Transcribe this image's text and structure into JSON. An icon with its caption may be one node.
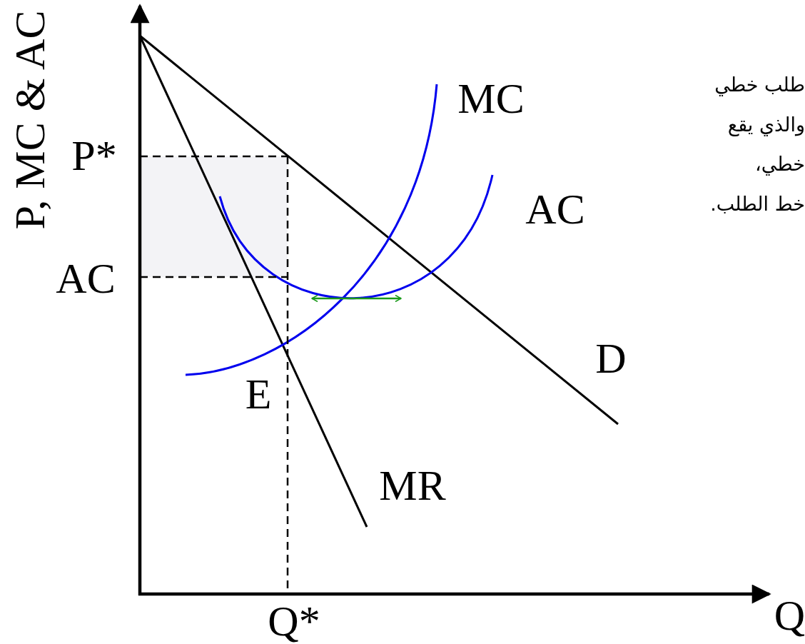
{
  "diagram": {
    "labels": [
      "P, MC & AC",
      "طلب خطي",
      "والذي يقع",
      "خطي،",
      "خط الطلب.",
      "MC",
      "P*",
      "AC",
      "AC",
      "D",
      "E",
      "MR",
      "Q*",
      "Q"
    ]
  }
}
